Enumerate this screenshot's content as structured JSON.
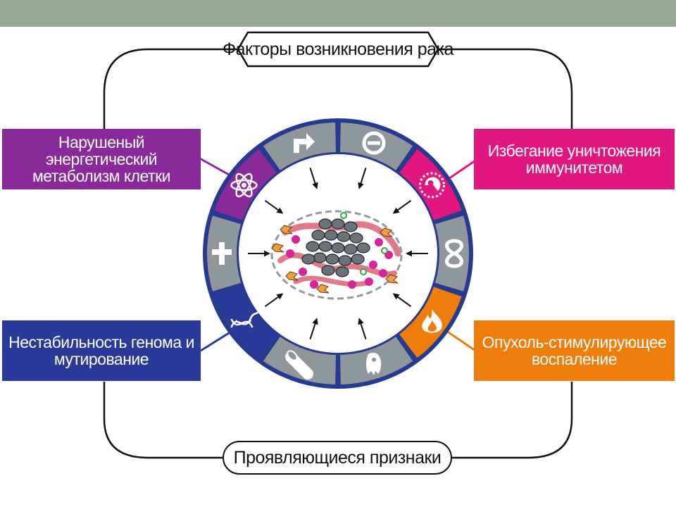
{
  "title": "Факторы возникновения рака",
  "bottom_title": "Проявляющиеся признаки",
  "factors": {
    "top_left": {
      "text": "Нарушеный энергетический метаболизм клетки",
      "color": "#8a2a9a"
    },
    "top_right": {
      "text": "Избегание уничтожения иммунитетом",
      "color": "#e0177f"
    },
    "bottom_left": {
      "text": "Нестабильность генома и мутирование",
      "color": "#2a3a9a"
    },
    "bottom_right": {
      "text": "Опухоль-стимулирующее воспаление",
      "color": "#ef7d0c"
    }
  },
  "colors": {
    "header_bar": "#9aa59a",
    "ring_gray": "#8f979b",
    "ring_border": "#263a8f"
  },
  "segment_icons": [
    "arrow-up-right-icon",
    "prohibited-icon",
    "immune-cell-icon",
    "infinity-icon",
    "flame-icon",
    "cell-shape-icon",
    "blood-vessel-icon",
    "dna-icon",
    "cross-icon",
    "atom-icon"
  ]
}
